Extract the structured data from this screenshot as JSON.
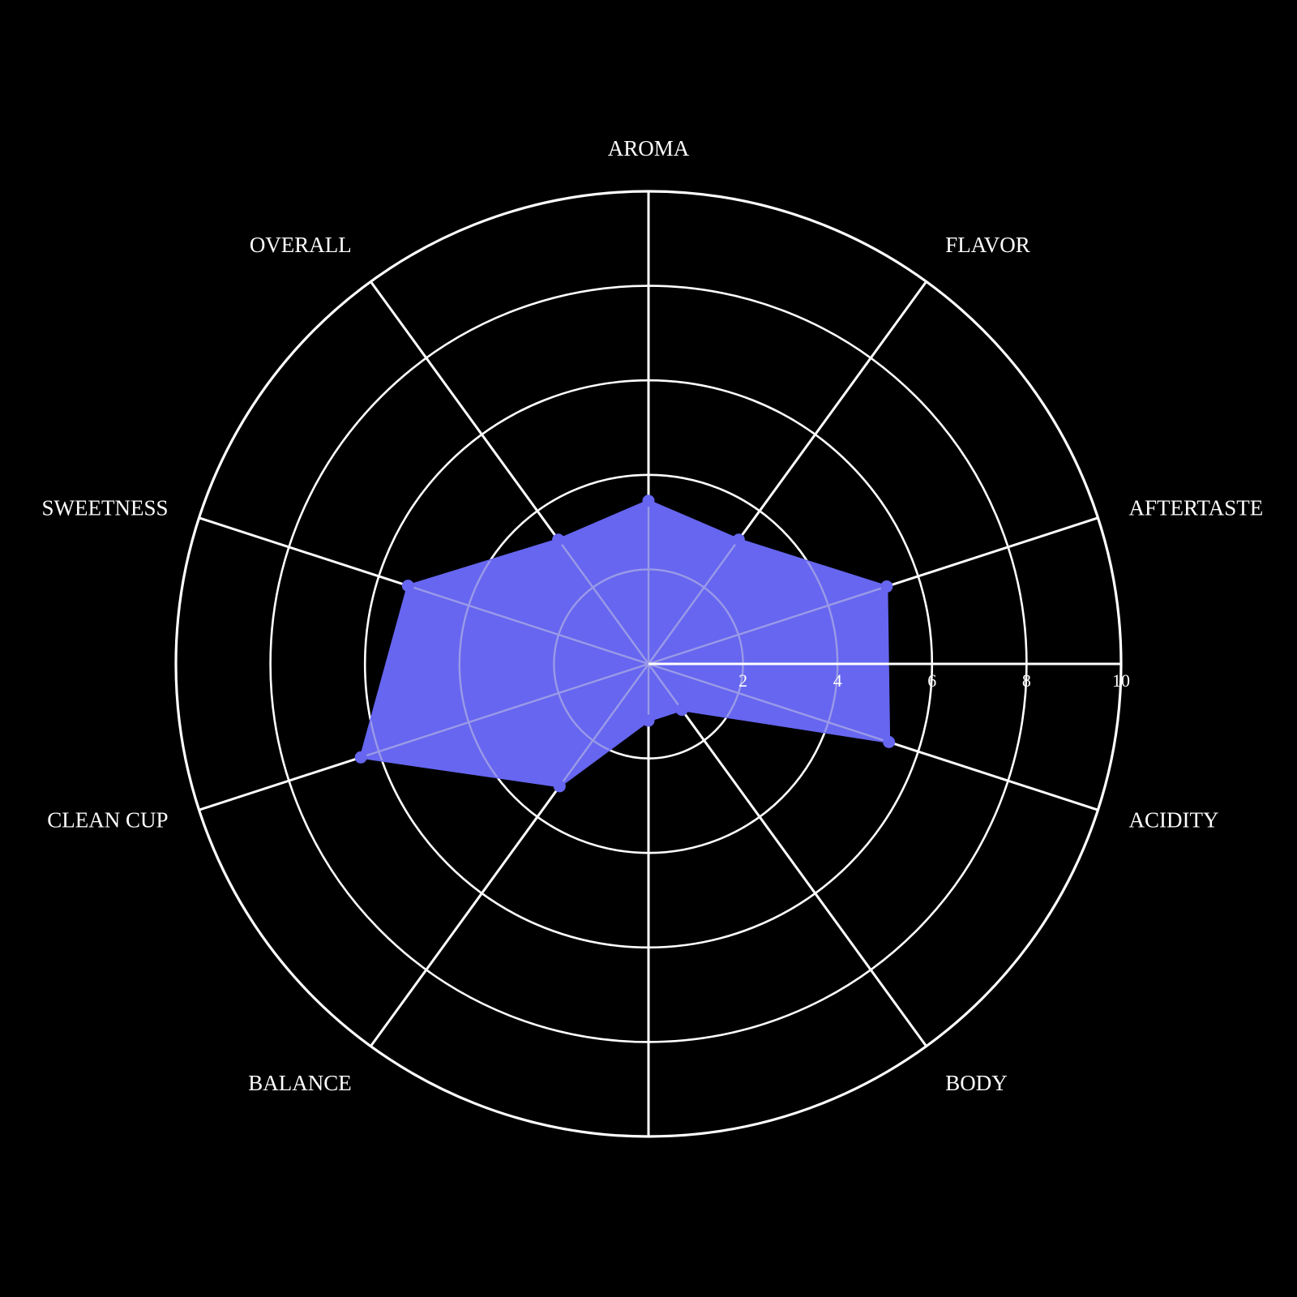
{
  "chart_data": {
    "type": "radar",
    "title": "",
    "subtitle": "",
    "xlabel": "",
    "ylabel": "",
    "categories": [
      "AROMA",
      "FLAVOR",
      "AFTERTASTE",
      "ACIDITY",
      "BODY",
      "",
      "BALANCE",
      "CLEAN CUP",
      "SWEETNESS",
      "OVERALL"
    ],
    "values": [
      3.45,
      3.25,
      5.3,
      5.35,
      1.2,
      1.2,
      3.2,
      6.4,
      5.35,
      3.25
    ],
    "rlim": [
      0,
      10
    ],
    "r_ticks": [
      2,
      4,
      6,
      8,
      10
    ],
    "r_tick_labels": [
      "2",
      "4",
      "6",
      "8",
      "10"
    ],
    "grid": true,
    "legend": "none",
    "series": [
      {
        "name": "",
        "values": [
          3.45,
          3.25,
          5.3,
          5.35,
          1.2,
          1.2,
          3.2,
          6.4,
          5.35,
          3.25
        ]
      }
    ]
  },
  "style": {
    "background": "#000000",
    "fill_color": "#6666f0",
    "fill_opacity": "1",
    "line_color": "#6666f0",
    "grid_color": "#ffffff",
    "inner_grid_color": "#9a9ae8",
    "text_color": "#ffffff"
  },
  "labels": {
    "aroma": "AROMA",
    "flavor": "FLAVOR",
    "aftertaste": "AFTERTASTE",
    "acidity": "ACIDITY",
    "body": "BODY",
    "balance": "BALANCE",
    "clean_cup": "CLEAN CUP",
    "sweetness": "SWEETNESS",
    "overall": "OVERALL",
    "tick_2": "2",
    "tick_4": "4",
    "tick_6": "6",
    "tick_8": "8",
    "tick_10": "10"
  }
}
